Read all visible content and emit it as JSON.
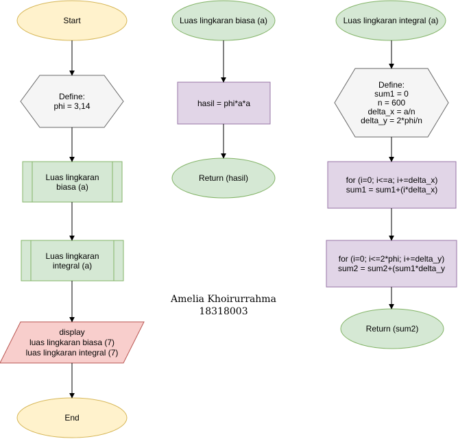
{
  "colors": {
    "terminal_fill": "#fff2cc",
    "terminal_stroke": "#d6b656",
    "process_fill": "#e1d5e7",
    "process_stroke": "#9673a6",
    "subprocess_fill": "#d5e8d4",
    "subprocess_stroke": "#82b366",
    "io_fill": "#f8cecc",
    "io_stroke": "#b85450",
    "prep_fill": "#f5f5f5",
    "prep_stroke": "#666666",
    "edge": "#000000"
  },
  "main_flow": {
    "start": "Start",
    "define": "Define:\nphi = 3,14",
    "call_biasa": "Luas lingkaran\nbiasa (a)",
    "call_integral": "Luas lingkaran\nintegral (a)",
    "display": "display\nluas lingkaran biasa (7)\nluas lingkaran integral (7)",
    "end": "End"
  },
  "func_biasa": {
    "header": "Luas lingkaran biasa (a)",
    "calc": "hasil = phi*a*a",
    "ret": "Return (hasil)"
  },
  "func_integral": {
    "header": "Luas lingkaran integral (a)",
    "define": "Define:\nsum1 = 0\n   n = 600\ndelta_x = a/n\ndelta_y = 2*phi/n",
    "loop1": "for (i=0; i<=a; i+=delta_x)\nsum1 = sum1+(i*delta_x)",
    "loop2": "for (i=0; i<=2*phi; i+=delta_y)\nsum2 = sum2+(sum1*delta_y",
    "ret": "Return (sum2)"
  },
  "author": {
    "name": "Amelia Khoirurrahma",
    "id": "18318003"
  }
}
